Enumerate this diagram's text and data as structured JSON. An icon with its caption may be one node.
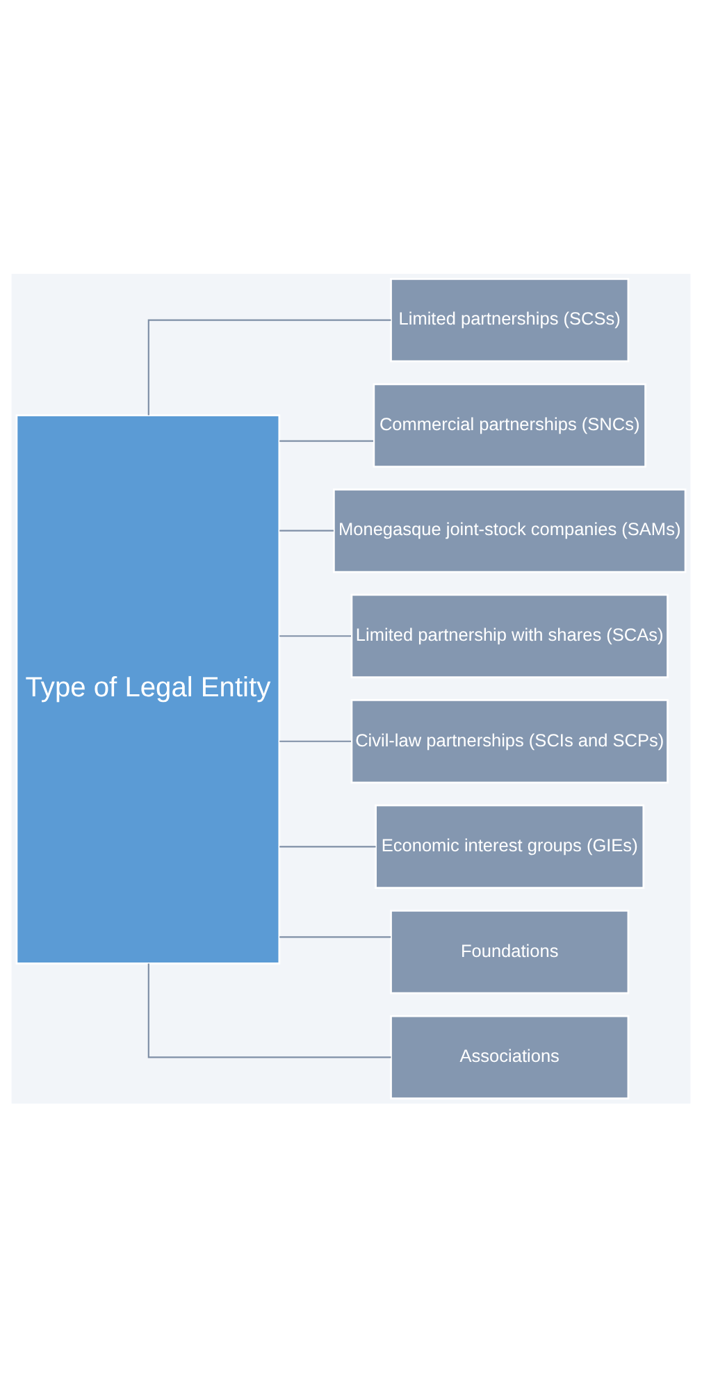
{
  "diagram": {
    "nodes": [
      {
        "text": [
          "Type of Legal Entity"
        ]
      },
      {
        "text": [
          "Limited partnerships (SCSs)"
        ]
      },
      {
        "text": [
          "Commercial partnerships (SNCs)"
        ]
      },
      {
        "text": [
          "Monegasque joint-stock companies (SAMs)"
        ]
      },
      {
        "text": [
          "Limited partnership with shares (SCAs)"
        ]
      },
      {
        "text": [
          "Civil-law partnerships (SCIs and SCPs)"
        ]
      },
      {
        "text": [
          "Economic interest groups (GIEs)"
        ]
      },
      {
        "text": [
          "Foundations"
        ]
      },
      {
        "text": [
          "Associations"
        ]
      }
    ],
    "edges": [
      {
        "from": 0,
        "to": 1,
        "arrow": "none"
      },
      {
        "from": 0,
        "to": 2,
        "arrow": "none"
      },
      {
        "from": 0,
        "to": 3,
        "arrow": "none"
      },
      {
        "from": 0,
        "to": 4,
        "arrow": "none"
      },
      {
        "from": 0,
        "to": 5,
        "arrow": "none"
      },
      {
        "from": 0,
        "to": 6,
        "arrow": "none"
      },
      {
        "from": 0,
        "to": 7,
        "arrow": "none"
      },
      {
        "from": 0,
        "to": 8,
        "arrow": "none"
      }
    ]
  }
}
